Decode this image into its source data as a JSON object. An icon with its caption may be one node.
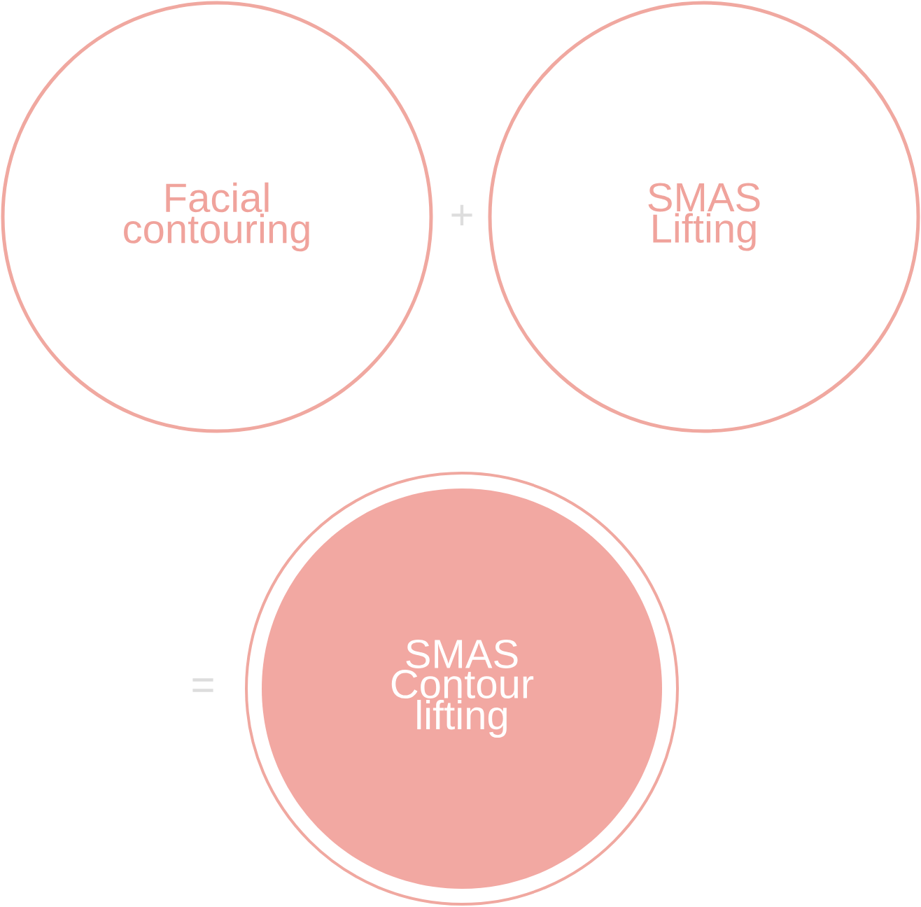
{
  "diagram": {
    "nodes": [
      {
        "text": [
          "Facial contouring"
        ]
      },
      {
        "text": [
          "SMAS Lifting"
        ]
      },
      {
        "text": [
          "SMAS Contour lifting"
        ]
      }
    ],
    "labels": [
      "+",
      "="
    ]
  }
}
